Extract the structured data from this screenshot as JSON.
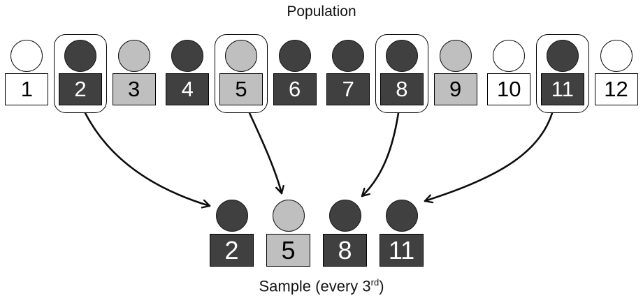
{
  "title": "Population",
  "sample_label": {
    "prefix": "Sample (every 3",
    "superscript": "rd",
    "suffix": ")"
  },
  "colors": {
    "dark": "#404040",
    "light_gray": "#bfbfbf",
    "white": "#ffffff",
    "outline": "#0d0d0d"
  },
  "population": [
    {
      "id": "1",
      "shade": "white",
      "selected": false
    },
    {
      "id": "2",
      "shade": "dark",
      "selected": true
    },
    {
      "id": "3",
      "shade": "light",
      "selected": false
    },
    {
      "id": "4",
      "shade": "dark",
      "selected": false
    },
    {
      "id": "5",
      "shade": "light",
      "selected": true
    },
    {
      "id": "6",
      "shade": "dark",
      "selected": false
    },
    {
      "id": "7",
      "shade": "dark",
      "selected": false
    },
    {
      "id": "8",
      "shade": "dark",
      "selected": true
    },
    {
      "id": "9",
      "shade": "light",
      "selected": false
    },
    {
      "id": "10",
      "shade": "white",
      "selected": false
    },
    {
      "id": "11",
      "shade": "dark",
      "selected": true
    },
    {
      "id": "12",
      "shade": "white",
      "selected": false
    }
  ],
  "sample": [
    {
      "id": "2",
      "shade": "dark"
    },
    {
      "id": "5",
      "shade": "light"
    },
    {
      "id": "8",
      "shade": "dark"
    },
    {
      "id": "11",
      "shade": "dark"
    }
  ],
  "sampling_interval": "3"
}
